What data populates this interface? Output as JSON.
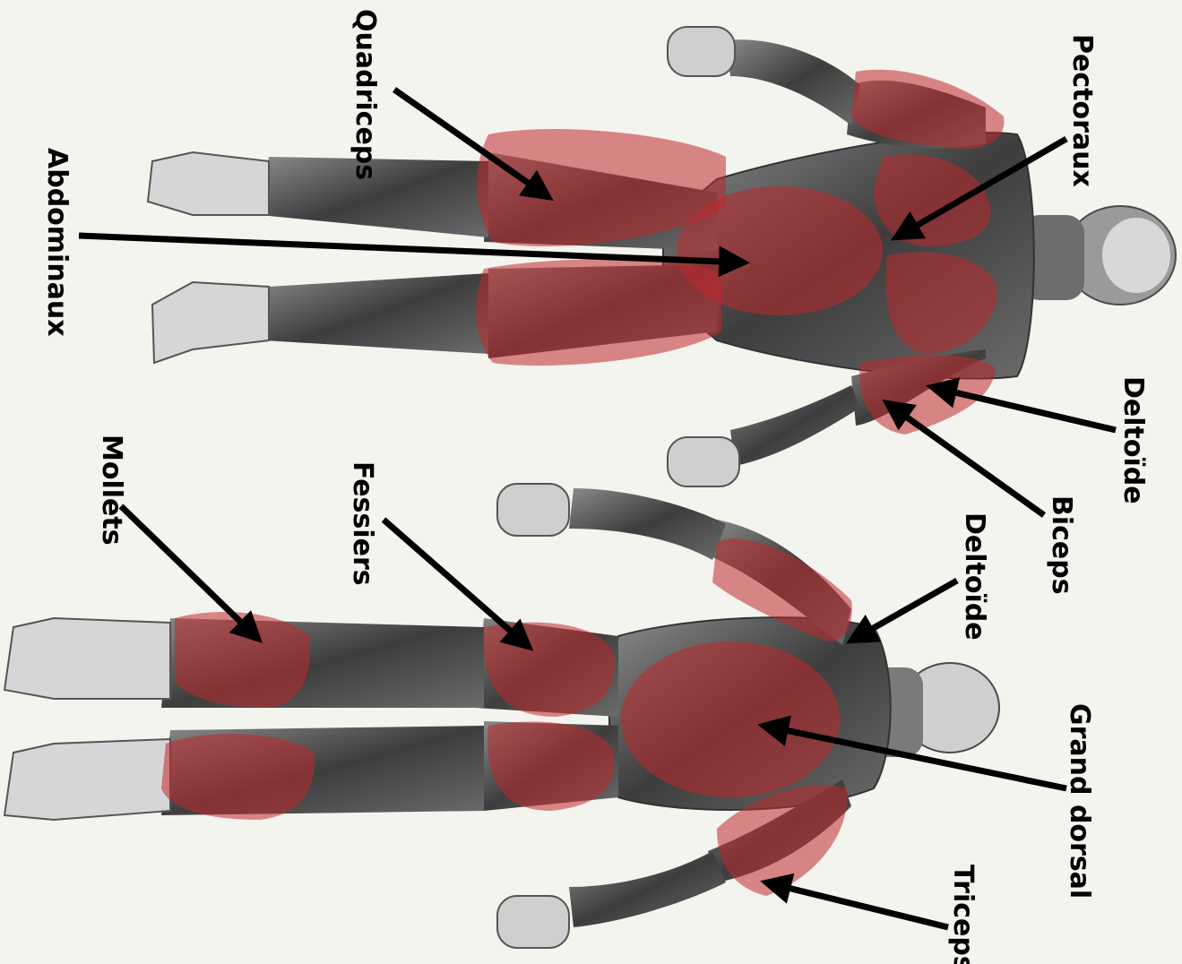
{
  "labels": {
    "pectoraux": "Pectoraux",
    "quadriceps": "Quadriceps",
    "abdominaux": "Abdominaux",
    "deltoide_front": "Deltoïde",
    "biceps": "Biceps",
    "mollets": "Mollets",
    "fessiers": "Fessiers",
    "deltoide_back": "Deltoïde",
    "grand_dorsal": "Grand dorsal",
    "triceps": "Triceps"
  },
  "colors": {
    "background": "#f4f4ef",
    "highlight": "#c0282d",
    "body": "#5a5a5a",
    "arrow": "#000000"
  }
}
